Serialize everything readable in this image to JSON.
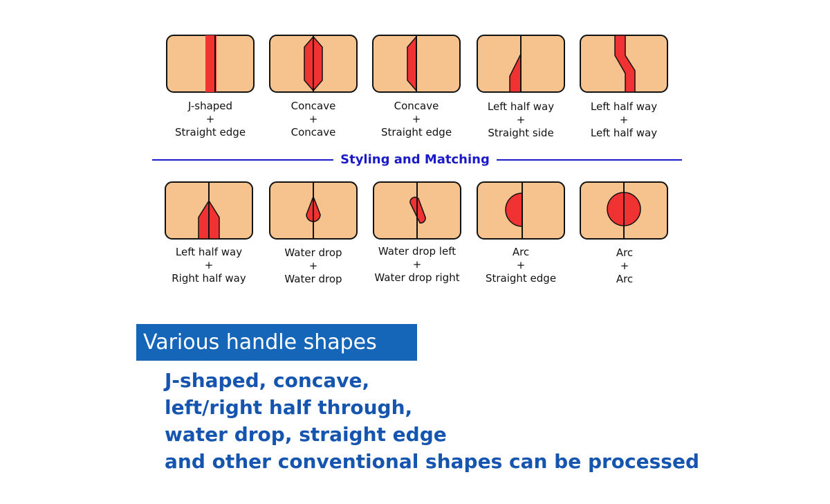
{
  "colors": {
    "tile_fill": "#f6c28d",
    "handle_red": "#f03232",
    "outline": "#111111",
    "divider_blue": "#1a1ac8",
    "heading_bg": "#1565b8",
    "desc_text": "#1555b0"
  },
  "row1": [
    {
      "shape": "j-shaped-straight-edge",
      "top": "J-shaped",
      "mid": "+",
      "bot": "Straight edge"
    },
    {
      "shape": "concave-concave",
      "top": "Concave",
      "mid": "+",
      "bot": "Concave"
    },
    {
      "shape": "concave-straight-edge",
      "top": "Concave",
      "mid": "+",
      "bot": "Straight edge"
    },
    {
      "shape": "left-half-way-straight-side",
      "top": "Left half way",
      "mid": "+",
      "bot": "Straight side"
    },
    {
      "shape": "left-half-way-left-half-way",
      "top": "Left half way",
      "mid": "+",
      "bot": "Left half way"
    }
  ],
  "divider": {
    "title": "Styling and Matching"
  },
  "row2": [
    {
      "shape": "left-half-way-right-half-way",
      "top": "Left half way",
      "mid": "+",
      "bot": "Right half way"
    },
    {
      "shape": "water-drop-water-drop",
      "top": "Water drop",
      "mid": "+",
      "bot": "Water drop"
    },
    {
      "shape": "water-drop-left-water-drop-right",
      "top": "Water drop left",
      "mid": "+",
      "bot": "Water drop right"
    },
    {
      "shape": "arc-straight-edge",
      "top": "Arc",
      "mid": "+",
      "bot": "Straight edge"
    },
    {
      "shape": "arc-arc",
      "top": "Arc",
      "mid": "+",
      "bot": "Arc"
    }
  ],
  "heading": "Various handle shapes",
  "description": [
    "J-shaped, concave,",
    "left/right half through,",
    "water drop, straight edge",
    "and other conventional shapes can be processed"
  ]
}
